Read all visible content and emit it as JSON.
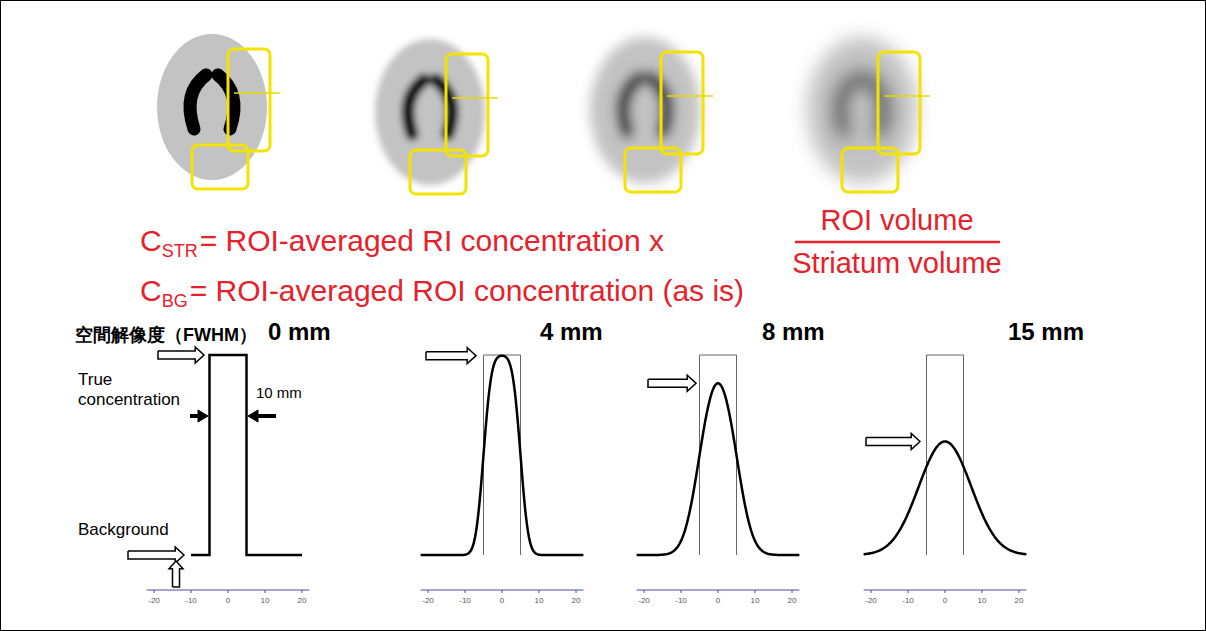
{
  "diagram": {
    "labels": [
      "C",
      "STR",
      "= ROI-averaged RI concentration x",
      "ROI volume",
      "Striatum volume",
      "C",
      "BG",
      "= ROI-averaged ROI concentration (as is)",
      "空間解像度（FWHM）",
      "0 mm",
      "4 mm",
      "8 mm",
      "15 mm",
      "True concentration",
      "10 mm",
      "Background",
      "-20",
      "-10",
      "0",
      "10",
      "20",
      "-20",
      "-10",
      "0",
      "10",
      "20",
      "-20",
      "-10",
      "0",
      "10",
      "20",
      "-20",
      "-10",
      "0",
      "10",
      "20"
    ]
  }
}
